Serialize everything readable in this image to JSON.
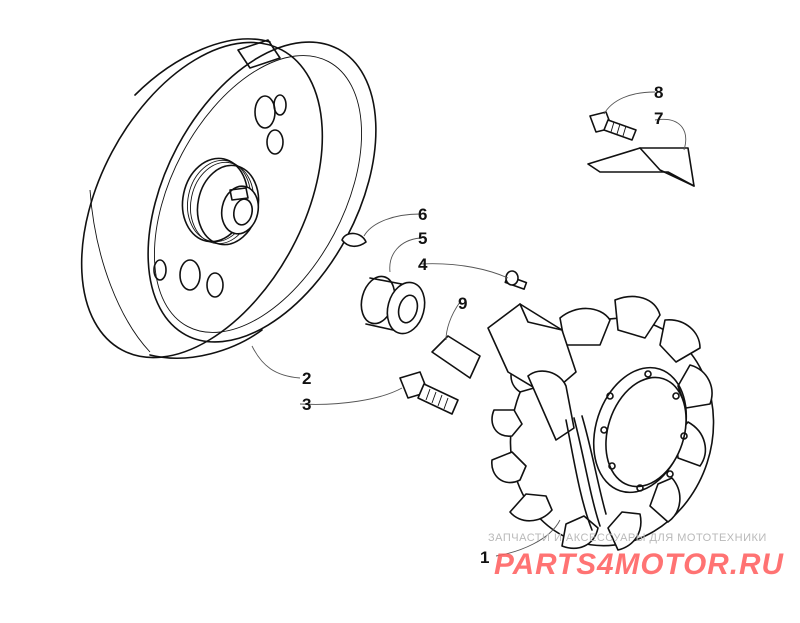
{
  "callouts": [
    {
      "id": "1",
      "label": "1"
    },
    {
      "id": "2",
      "label": "2"
    },
    {
      "id": "3",
      "label": "3"
    },
    {
      "id": "4",
      "label": "4"
    },
    {
      "id": "5",
      "label": "5"
    },
    {
      "id": "6",
      "label": "6"
    },
    {
      "id": "7",
      "label": "7"
    },
    {
      "id": "8",
      "label": "8"
    },
    {
      "id": "9",
      "label": "9"
    }
  ],
  "watermark": {
    "tagline": "ЗАПЧАСТИ И АКСЕССУАРЫ ДЛЯ МОТОТЕХНИКИ",
    "logo": "PARTS4MOTOR.RU",
    "logo_color": "#ff5a5a"
  }
}
